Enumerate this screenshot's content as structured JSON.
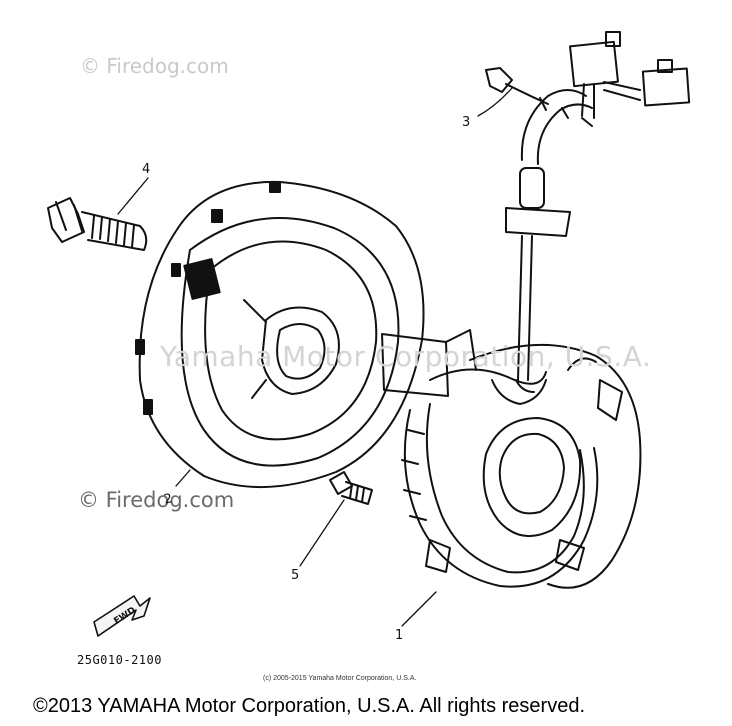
{
  "watermarks": {
    "top": "© Firedog.com",
    "middle": "© Firedog.com",
    "center": "Yamaha Motor Corporation, U.S.A."
  },
  "callouts": {
    "item1": "1",
    "item2": "2",
    "item3": "3",
    "item4": "4",
    "item5": "5"
  },
  "fwd_label": "FWD",
  "part_code": "25G010-2100",
  "small_copyright": "(c) 2005-2015 Yamaha Motor Corporation, U.S.A.",
  "footer_copyright": "©2013 YAMAHA Motor Corporation, U.S.A. All rights reserved."
}
